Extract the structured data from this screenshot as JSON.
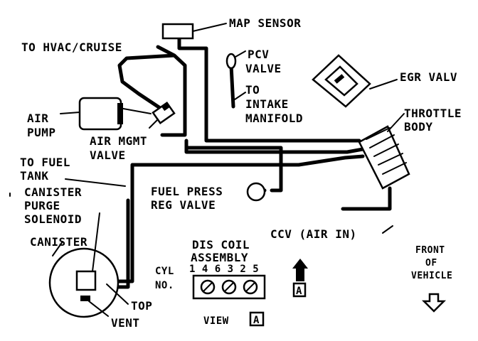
{
  "labels": {
    "map_sensor": "MAP SENSOR",
    "to_hvac_cruise": "TO HVAC/CRUISE",
    "pcv_valve_1": "PCV",
    "pcv_valve_2": "VALVE",
    "egr_valve": "EGR VALV",
    "to_intake_1": "TO",
    "to_intake_2": "INTAKE",
    "to_intake_3": "MANIFOLD",
    "throttle_body_1": "THROTTLE",
    "throttle_body_2": "BODY",
    "air_pump_1": "AIR",
    "air_pump_2": "PUMP",
    "air_mgmt_1": "AIR MGMT",
    "air_mgmt_2": "VALVE",
    "to_fuel_tank_1": "TO FUEL",
    "to_fuel_tank_2": "TANK",
    "canister_purge_1": "CANISTER",
    "canister_purge_2": "PURGE",
    "canister_purge_3": "SOLENOID",
    "canister": "CANISTER",
    "fuel_press_1": "FUEL PRESS",
    "fuel_press_2": "REG VALVE",
    "ccv": "CCV (AIR IN)",
    "dis_coil_1": "DIS COIL",
    "dis_coil_2": "ASSEMBLY",
    "cyl": "CYL",
    "no": "NO.",
    "cyl_numbers": "1 4 6 3 2 5",
    "view": "VIEW",
    "view_letter": "A",
    "arrow_letter": "A",
    "top": "TOP",
    "vent": "VENT",
    "front_1": "FRONT",
    "front_2": "OF",
    "front_3": "VEHICLE"
  }
}
